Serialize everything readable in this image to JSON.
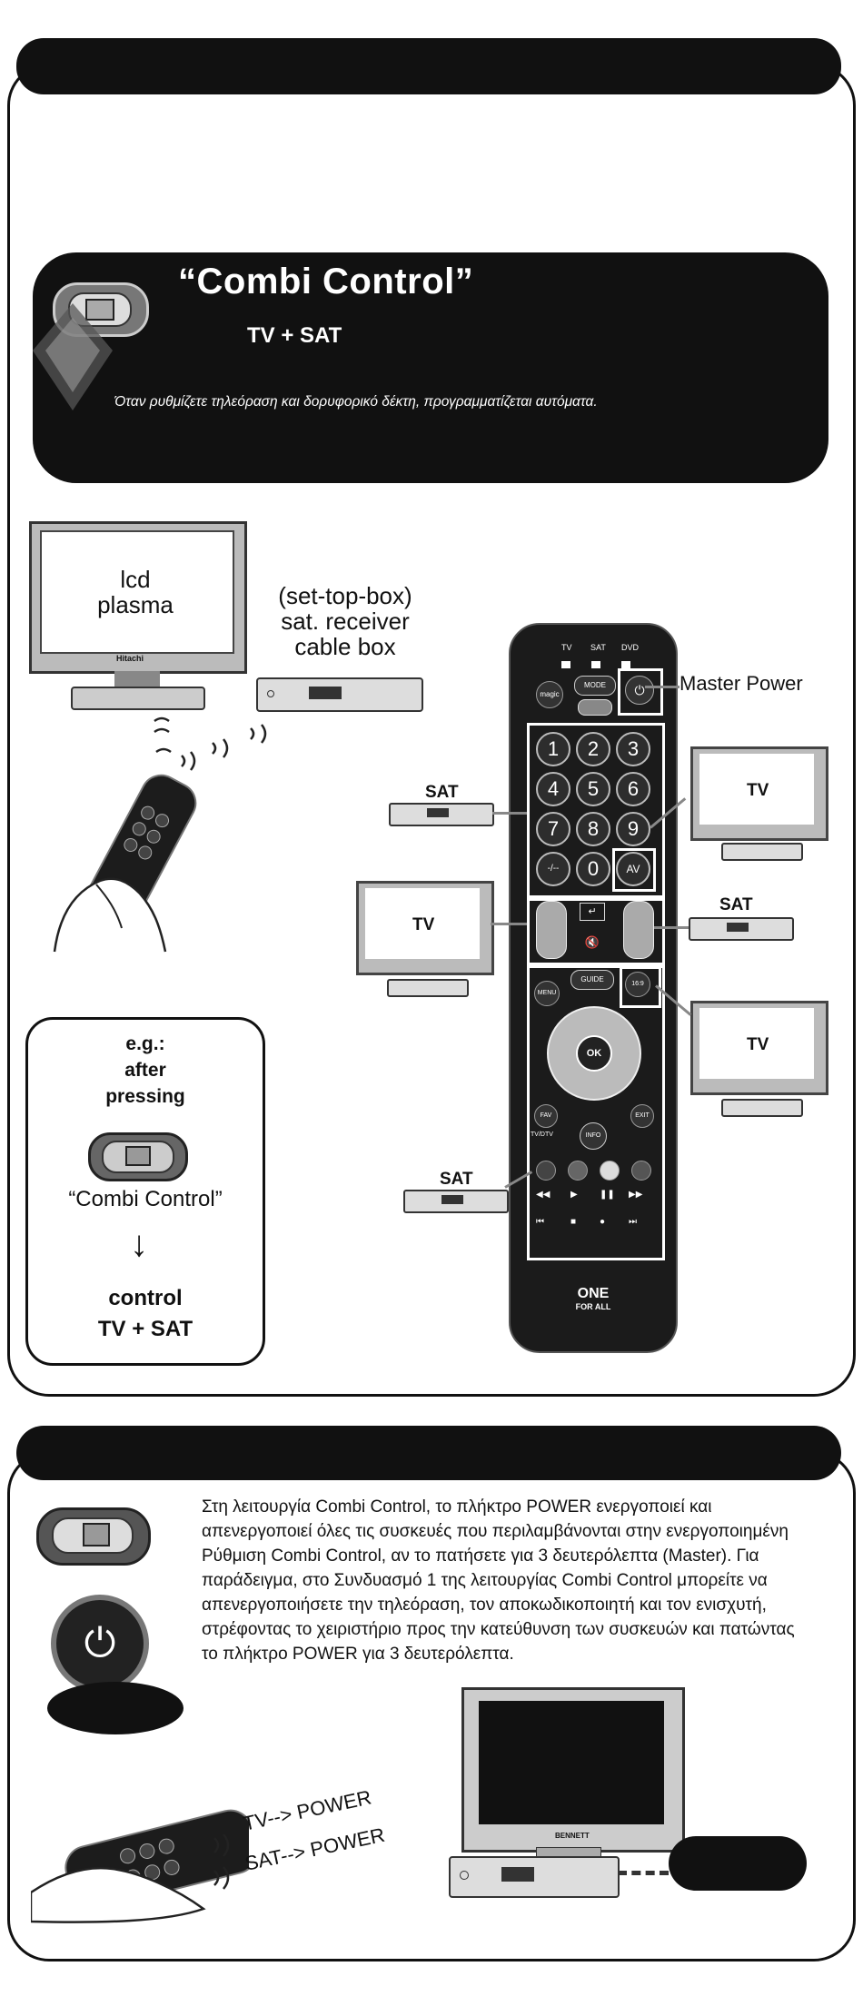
{
  "section1": {
    "banner": {
      "title": "“Combi Control”",
      "subtitle": "TV + SAT",
      "description": "Όταν ρυθμίζετε τηλεόραση και δορυφορικό δέκτη,  προγραμματίζεται αυτόματα."
    },
    "tv_screen_text": [
      "lcd",
      "plasma"
    ],
    "tv_brand": "Hitachi",
    "stb_label": [
      "(set-top-box)",
      "sat. receiver",
      "cable box"
    ],
    "master_power": "Master Power",
    "callouts": {
      "sat_1": "SAT",
      "tv_1": "TV",
      "tv_2": "TV",
      "sat_2": "SAT",
      "tv_3": "TV",
      "sat_3": "SAT"
    },
    "remote": {
      "top_labels": [
        "TV",
        "SAT",
        "DVD"
      ],
      "buttons": {
        "magic": "magic",
        "mode": "MODE",
        "ok": "OK",
        "menu": "MENU",
        "guide": "GUIDE",
        "aspect": "16:9",
        "fav": "FAV",
        "exit": "EXIT",
        "tvdtv": "TV/DTV",
        "info": "INFO",
        "av": "AV",
        "dash": "-/--"
      },
      "digits": [
        "1",
        "2",
        "3",
        "4",
        "5",
        "6",
        "7",
        "8",
        "9",
        "0"
      ],
      "brand": [
        "ONE",
        "FOR ALL"
      ]
    },
    "example": {
      "lines": [
        "e.g.:",
        "after",
        "pressing"
      ],
      "combi": "“Combi Control”",
      "result": [
        "control",
        "TV + SAT"
      ]
    }
  },
  "section2": {
    "paragraph": "Στη λειτουργία Combi Control, το πλήκτρο POWER ενεργοποιεί και απενεργοποιεί όλες τις συσκευές που περιλαμβάνονται στην ενεργοποιημένη Ρύθμιση Combi Control, αν το πατήσετε για 3 δευτερόλεπτα (Master). Για παράδειγμα, στο Συνδυασμό 1 της λειτουργίας Combi Control μπορείτε να απενεργοποιήσετε την τηλεόραση, τον αποκωδικοποιητή και τον ενισχυτή, στρέφοντας το χειριστήριο προς την κατεύθυνση των συσκευών και πατώντας το πλήκτρο POWER για 3 δευτερόλεπτα.",
    "tv_power": "TV--> POWER",
    "sat_power": "SAT--> POWER",
    "tv_brand": "BENNETT"
  }
}
